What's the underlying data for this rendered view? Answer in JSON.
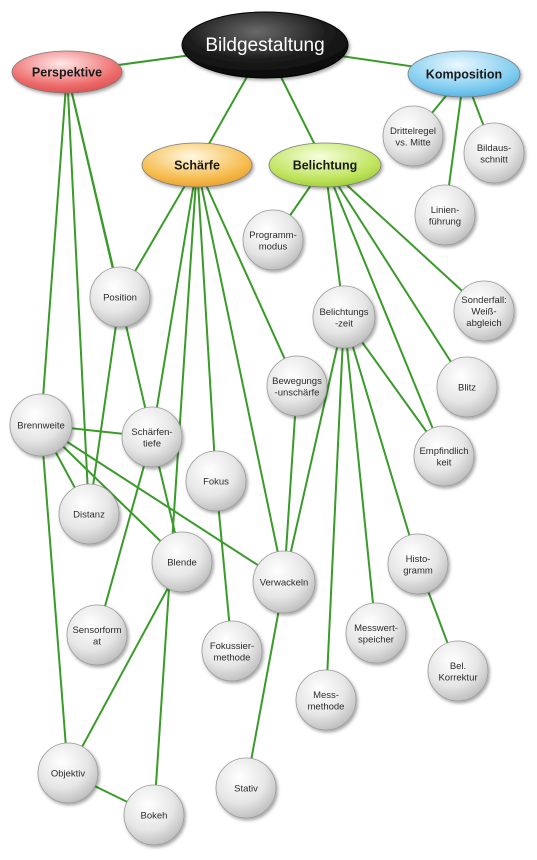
{
  "root": {
    "id": "root",
    "label": "Bildgestaltung"
  },
  "categories": [
    {
      "id": "perspektive",
      "label": "Perspektive",
      "color": "#ee6b6b"
    },
    {
      "id": "schaerfe",
      "label": "Schärfe",
      "color": "#f6bb4d"
    },
    {
      "id": "belichtung",
      "label": "Belichtung",
      "color": "#bfe35c"
    },
    {
      "id": "komposition",
      "label": "Komposition",
      "color": "#7fcbef"
    }
  ],
  "nodes": [
    {
      "id": "drittelregel",
      "lines": [
        "Drittelregel",
        "vs. Mitte"
      ]
    },
    {
      "id": "bildausschnitt",
      "lines": [
        "Bildaus-",
        "schnitt"
      ]
    },
    {
      "id": "linienfuehrung",
      "lines": [
        "Linien-",
        "führung"
      ]
    },
    {
      "id": "programmmodus",
      "lines": [
        "Programm-",
        "modus"
      ]
    },
    {
      "id": "position",
      "lines": [
        "Position"
      ]
    },
    {
      "id": "sonderfall",
      "lines": [
        "Sonderfall:",
        "Weiß-",
        "abgleich"
      ]
    },
    {
      "id": "belichtungszeit",
      "lines": [
        "Belichtungs",
        "-zeit"
      ]
    },
    {
      "id": "bewegung",
      "lines": [
        "Bewegungs",
        "-unschärfe"
      ]
    },
    {
      "id": "blitz",
      "lines": [
        "Blitz"
      ]
    },
    {
      "id": "brennweite",
      "lines": [
        "Brennweite"
      ]
    },
    {
      "id": "schaerfentiefe",
      "lines": [
        "Schärfen-",
        "tiefe"
      ]
    },
    {
      "id": "empfindlichkeit",
      "lines": [
        "Empfindlich",
        "keit"
      ]
    },
    {
      "id": "fokus",
      "lines": [
        "Fokus"
      ]
    },
    {
      "id": "distanz",
      "lines": [
        "Distanz"
      ]
    },
    {
      "id": "histogramm",
      "lines": [
        "Histo-",
        "gramm"
      ]
    },
    {
      "id": "blende",
      "lines": [
        "Blende"
      ]
    },
    {
      "id": "verwackeln",
      "lines": [
        "Verwackeln"
      ]
    },
    {
      "id": "sensorformat",
      "lines": [
        "Sensorform",
        "at"
      ]
    },
    {
      "id": "messwertspeicher",
      "lines": [
        "Messwert-",
        "speicher"
      ]
    },
    {
      "id": "fokussiermethode",
      "lines": [
        "Fokussier-",
        "methode"
      ]
    },
    {
      "id": "belkorrektur",
      "lines": [
        "Bel.",
        "Korrektur"
      ]
    },
    {
      "id": "messmethode",
      "lines": [
        "Mess-",
        "methode"
      ]
    },
    {
      "id": "objektiv",
      "lines": [
        "Objektiv"
      ]
    },
    {
      "id": "stativ",
      "lines": [
        "Stativ"
      ]
    },
    {
      "id": "bokeh",
      "lines": [
        "Bokeh"
      ]
    }
  ],
  "edges": [
    [
      "root",
      "perspektive"
    ],
    [
      "root",
      "komposition"
    ],
    [
      "root",
      "schaerfe"
    ],
    [
      "root",
      "belichtung"
    ],
    [
      "komposition",
      "drittelregel"
    ],
    [
      "komposition",
      "bildausschnitt"
    ],
    [
      "komposition",
      "linienfuehrung"
    ],
    [
      "perspektive",
      "position"
    ],
    [
      "perspektive",
      "brennweite"
    ],
    [
      "perspektive",
      "distanz"
    ],
    [
      "perspektive",
      "schaerfentiefe"
    ],
    [
      "schaerfe",
      "position"
    ],
    [
      "schaerfe",
      "schaerfentiefe"
    ],
    [
      "schaerfe",
      "fokus"
    ],
    [
      "schaerfe",
      "bewegung"
    ],
    [
      "schaerfe",
      "verwackeln"
    ],
    [
      "schaerfe",
      "bokeh"
    ],
    [
      "belichtung",
      "programmmodus"
    ],
    [
      "belichtung",
      "belichtungszeit"
    ],
    [
      "belichtung",
      "sonderfall"
    ],
    [
      "belichtung",
      "blitz"
    ],
    [
      "belichtung",
      "empfindlichkeit"
    ],
    [
      "belichtungszeit",
      "verwackeln"
    ],
    [
      "belichtungszeit",
      "empfindlichkeit"
    ],
    [
      "belichtungszeit",
      "histogramm"
    ],
    [
      "belichtungszeit",
      "messwertspeicher"
    ],
    [
      "belichtungszeit",
      "messmethode"
    ],
    [
      "bewegung",
      "verwackeln"
    ],
    [
      "position",
      "distanz"
    ],
    [
      "brennweite",
      "schaerfentiefe"
    ],
    [
      "brennweite",
      "distanz"
    ],
    [
      "brennweite",
      "verwackeln"
    ],
    [
      "brennweite",
      "blende"
    ],
    [
      "brennweite",
      "objektiv"
    ],
    [
      "schaerfentiefe",
      "blende"
    ],
    [
      "schaerfentiefe",
      "sensorformat"
    ],
    [
      "fokus",
      "fokussiermethode"
    ],
    [
      "histogramm",
      "belkorrektur"
    ],
    [
      "blende",
      "objektiv"
    ],
    [
      "verwackeln",
      "stativ"
    ],
    [
      "objektiv",
      "bokeh"
    ]
  ]
}
